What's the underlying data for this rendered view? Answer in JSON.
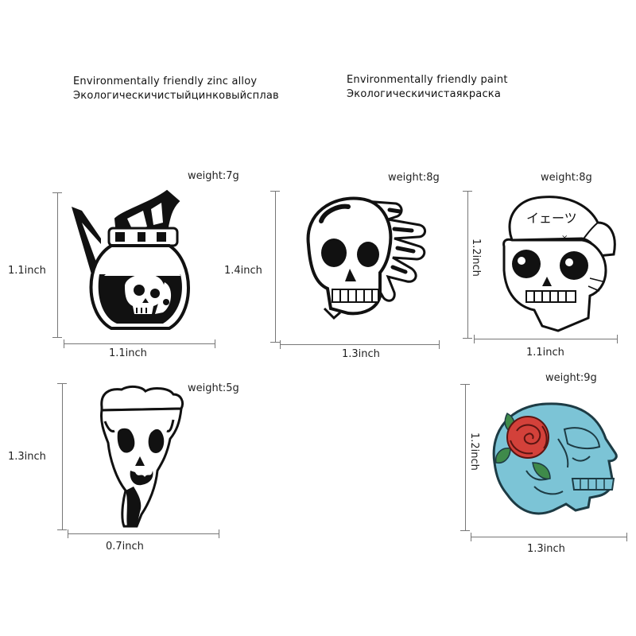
{
  "header": {
    "alloy_en": "Environmentally friendly zinc alloy",
    "alloy_ru": "Экологическичистыйцинковыйсплав",
    "paint_en": "Environmentally friendly paint",
    "paint_ru": "Экологическичистаякраска"
  },
  "pins": [
    {
      "weight": "weight:7g",
      "height": "1.1inch",
      "width": "1.1inch",
      "icon": "skull-coffee-pot-icon"
    },
    {
      "weight": "weight:8g",
      "height": "1.4inch",
      "width": "1.3inch",
      "icon": "melting-skull-icon"
    },
    {
      "weight": "weight:8g",
      "height": "1.2inch",
      "width": "1.1inch",
      "icon": "skull-cap-icon"
    },
    {
      "weight": "weight:5g",
      "height": "1.3inch",
      "width": "0.7inch",
      "icon": "skull-pizza-icon"
    },
    {
      "weight": "weight:9g",
      "height": "1.2inch",
      "width": "1.3inch",
      "icon": "blue-skull-rose-icon"
    }
  ],
  "colors": {
    "skull_blue": "#7cc4d6",
    "rose_red": "#d3413a",
    "leaf_green": "#3f8a4a"
  }
}
